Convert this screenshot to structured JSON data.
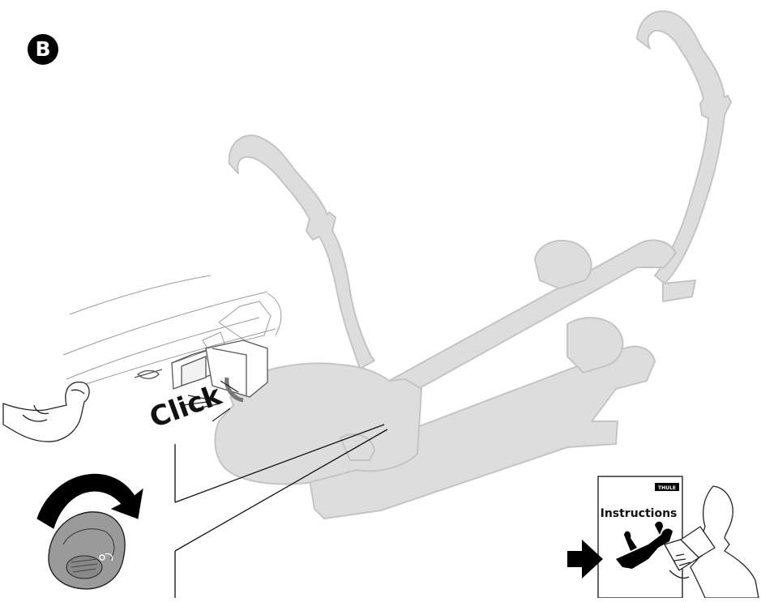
{
  "step": {
    "letter": "B"
  },
  "action": {
    "sound_text": "Click"
  },
  "manual": {
    "brand": "THULE",
    "title": "Instructions"
  },
  "colors": {
    "rack_fill": "#dddddd",
    "rack_stroke": "#c4c4c4",
    "line": "#000000",
    "knob_fill": "#9a9a9a",
    "arrow_fill": "#000000"
  },
  "icons": [
    "step-badge",
    "rotate-arrow-icon",
    "pointer-arrow-icon",
    "hand-icon",
    "person-reading-icon"
  ]
}
